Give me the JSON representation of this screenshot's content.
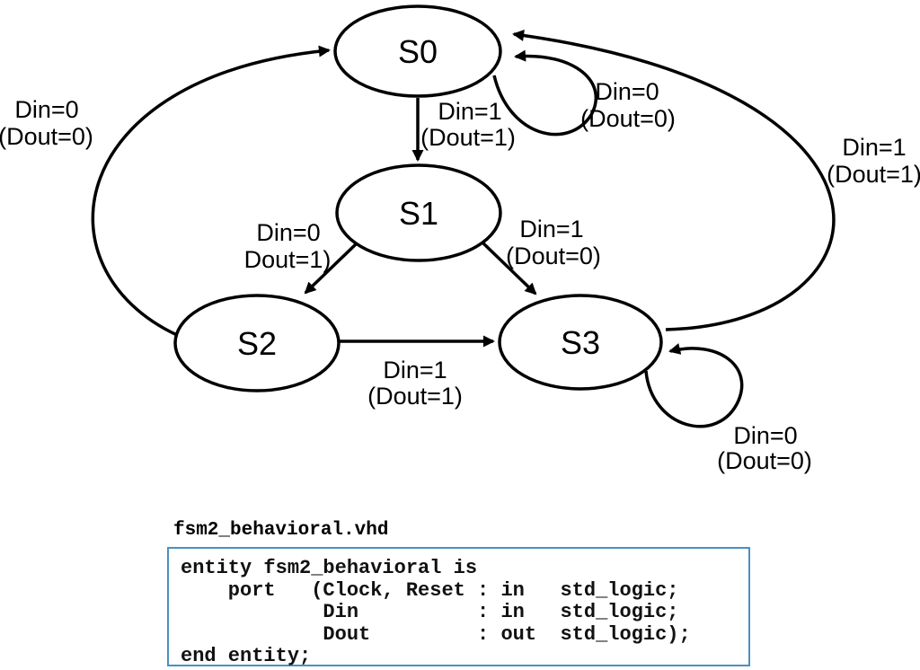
{
  "diagram": {
    "states": {
      "s0": "S0",
      "s1": "S1",
      "s2": "S2",
      "s3": "S3"
    },
    "transitions": {
      "s0_s1": {
        "line1": "Din=1",
        "line2": "(Dout=1)"
      },
      "s0_self": {
        "line1": "Din=0",
        "line2": "(Dout=0)"
      },
      "s2_s0": {
        "line1": "Din=0",
        "line2": "(Dout=0)"
      },
      "s3_s0": {
        "line1": "Din=1",
        "line2": "(Dout=1)"
      },
      "s1_s2": {
        "line1": "Din=0",
        "line2": "Dout=1)"
      },
      "s1_s3": {
        "line1": "Din=1",
        "line2": "(Dout=0)"
      },
      "s2_s3": {
        "line1": "Din=1",
        "line2": "(Dout=1)"
      },
      "s3_self": {
        "line1": "Din=0",
        "line2": "(Dout=0)"
      }
    }
  },
  "code_panel": {
    "filename": "fsm2_behavioral.vhd",
    "border_color": "#4a90c2",
    "lines": [
      "entity fsm2_behavioral is",
      "    port   (Clock, Reset : in   std_logic;",
      "            Din          : in   std_logic;",
      "            Dout         : out  std_logic);",
      "end entity;"
    ]
  }
}
